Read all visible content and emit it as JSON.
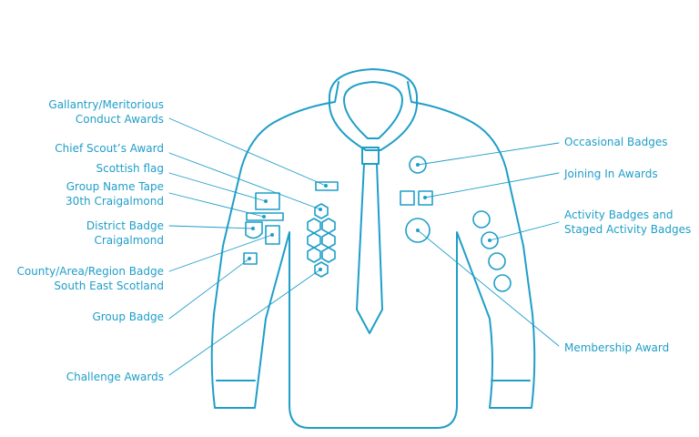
{
  "colors": {
    "accent": "#1f9ec8",
    "line": "#1f9ec8",
    "background": "#ffffff"
  },
  "labels": {
    "gallantry_1": "Gallantry/Meritorious",
    "gallantry_2": "Conduct Awards",
    "chief_scout": "Chief Scout’s Award",
    "scottish_flag": "Scottish flag",
    "group_name_tape_1": "Group Name Tape",
    "group_name_tape_2": "30th Craigalmond",
    "district_badge_1": "District Badge",
    "district_badge_2": "Craigalmond",
    "county_badge_1": "County/Area/Region Badge",
    "county_badge_2": "South East Scotland",
    "group_badge": "Group Badge",
    "challenge_awards": "Challenge Awards",
    "occasional_badges": "Occasional Badges",
    "joining_in_awards": "Joining In Awards",
    "activity_badges_1": "Activity Badges and",
    "activity_badges_2": "Staged Activity Badges",
    "membership_award": "Membership Award"
  }
}
